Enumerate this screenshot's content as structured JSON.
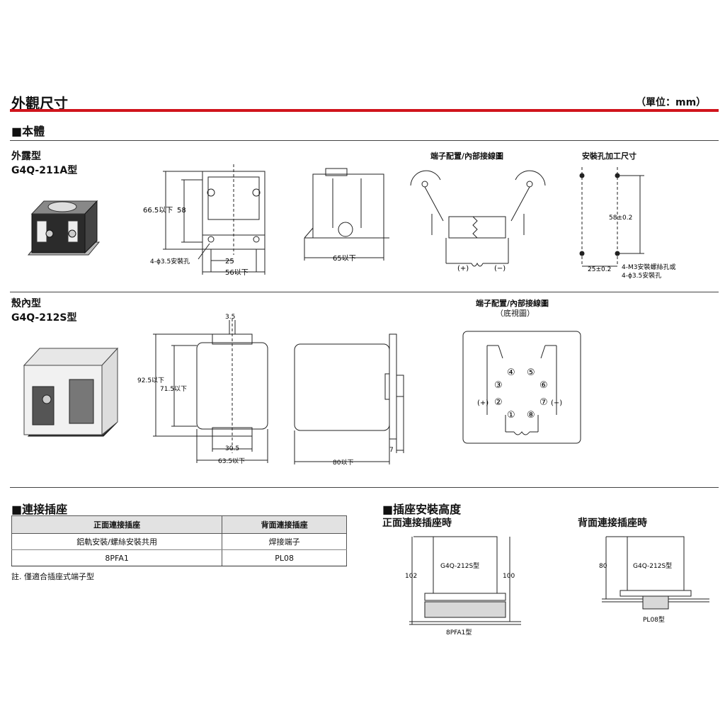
{
  "header": {
    "title": "外觀尺寸",
    "unit": "（單位：mm）"
  },
  "body_section": {
    "title": "■本體"
  },
  "open_type": {
    "label": "外露型",
    "model": "G4Q-211A型",
    "dims": {
      "height_max": "66.5以下",
      "height": "58",
      "hole_pitch": "25",
      "width_max": "56以下",
      "hole_note": "4-ϕ3.5安裝孔",
      "depth_max": "65以下"
    },
    "wiring_title": "端子配置/內部接線圖",
    "wiring_polarity": [
      "(+)",
      "(−)"
    ],
    "mount_title": "安裝孔加工尺寸",
    "mount_dims": {
      "v": "58±0.2",
      "h": "25±0.2",
      "note1": "4-M3安裝螺絲孔或",
      "note2": "4-ϕ3.5安裝孔"
    }
  },
  "case_type": {
    "label": "殼內型",
    "model": "G4Q-212S型",
    "dims": {
      "top": "3.5",
      "h1": "92.5以下",
      "h2": "71.5以下",
      "w1": "30.5",
      "w2": "63.5以下",
      "depth": "80以下",
      "pin": "7"
    },
    "wiring_title": "端子配置/內部接線圖",
    "wiring_subtitle": "（底視圖）",
    "pins": [
      "④",
      "⑤",
      "③",
      "⑥",
      "②",
      "⑦",
      "①",
      "⑧"
    ],
    "polarity": [
      "(+)",
      "(−)"
    ]
  },
  "socket_section": {
    "title": "■連接插座",
    "columns": [
      "正面連接插座",
      "背面連接插座"
    ],
    "rows": [
      [
        "鋁軌安裝/螺絲安裝共用",
        "焊接端子"
      ],
      [
        "8PFA1",
        "PL08"
      ]
    ],
    "note": "註. 僅適合插座式端子型"
  },
  "height_section": {
    "title": "■插座安裝高度",
    "front": {
      "title": "正面連接插座時",
      "model": "G4Q-212S型",
      "left": "102",
      "right": "100",
      "socket": "8PFA1型"
    },
    "back": {
      "title": "背面連接插座時",
      "model": "G4Q-212S型",
      "left": "80",
      "socket": "PL08型"
    }
  }
}
